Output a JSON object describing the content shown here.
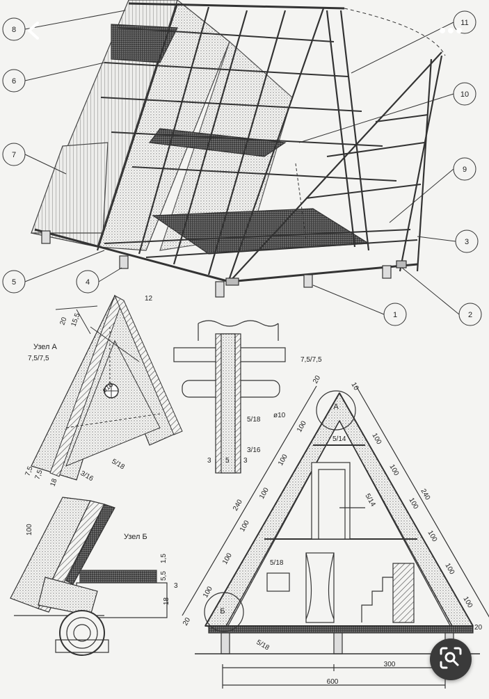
{
  "toolbar": {
    "back_icon": "chevron-left-icon",
    "more_icon": "more-horizontal-icon"
  },
  "lens": {
    "icon": "search-lens-icon",
    "color": "#3a3a3a"
  },
  "drawing": {
    "callouts": [
      "8",
      "6",
      "7",
      "5",
      "4",
      "1",
      "2",
      "3",
      "9",
      "10",
      "11"
    ],
    "node_a": {
      "title": "Узел А",
      "part_number": "12",
      "dims": [
        "20",
        "15,5",
        "7,5/7,5",
        "ø10",
        "5/18",
        "3/16",
        "7,5",
        "7,5",
        "18"
      ]
    },
    "beam_detail": {
      "dims": [
        "7,5/7,5",
        "ø10",
        "5/18",
        "3/16",
        "3",
        "5",
        "3"
      ]
    },
    "node_b": {
      "title": "Узел Б",
      "dims": [
        "100",
        "5,5",
        "1,5",
        "3",
        "18"
      ]
    },
    "elevation": {
      "node_a_letter": "А",
      "node_b_letter": "Б",
      "left_slope_label": "240",
      "right_slope_label": "240",
      "spacing": "100",
      "top_dims": [
        "20",
        "10"
      ],
      "bottom_dims": [
        "20",
        "20"
      ],
      "beam_labels": [
        "5/14",
        "5/14",
        "5/18",
        "5/18"
      ],
      "span_total": "600",
      "span_half": "300"
    }
  }
}
